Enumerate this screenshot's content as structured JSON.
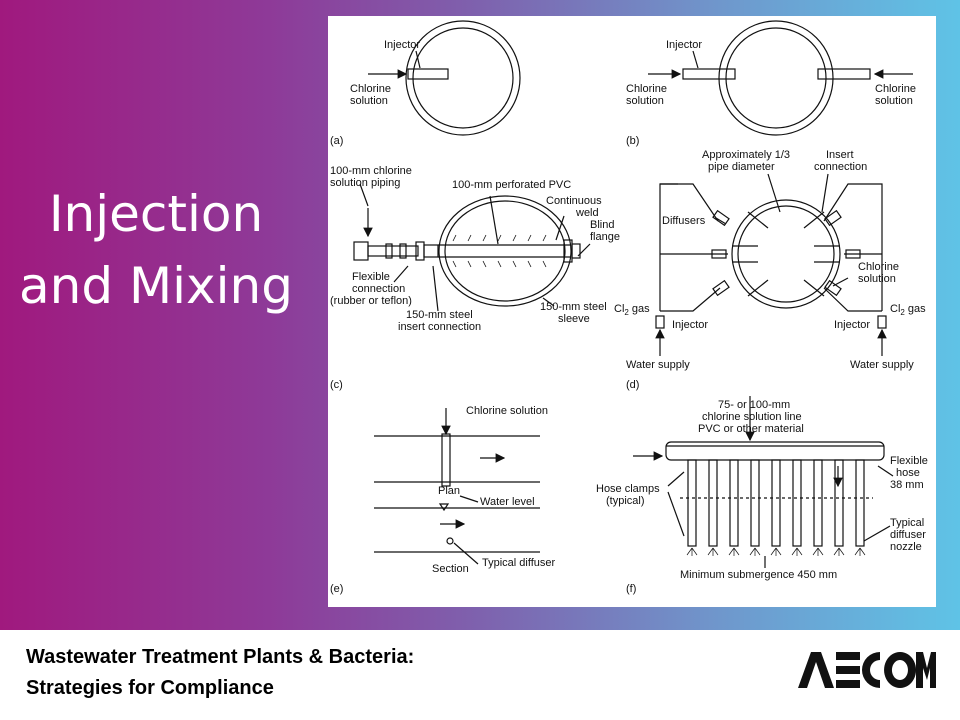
{
  "slide": {
    "title_line1": "Injection",
    "title_line2": "and Mixing",
    "footer_line1": "Wastewater Treatment Plants & Bacteria:",
    "footer_line2": "Strategies for Compliance",
    "logo_text": "AECOM"
  },
  "colors": {
    "gradient_left": "#a0197e",
    "gradient_right": "#5fc3e6",
    "title_text": "#ffffff"
  },
  "figure": {
    "panel_a": {
      "tag": "(a)",
      "injector": "Injector",
      "chlorine_1": "Chlorine",
      "chlorine_2": "solution"
    },
    "panel_b": {
      "tag": "(b)",
      "injector": "Injector",
      "left_1": "Chlorine",
      "left_2": "solution",
      "right_1": "Chlorine",
      "right_2": "solution"
    },
    "panel_c": {
      "tag": "(c)",
      "piping_1": "100-mm chlorine",
      "piping_2": "solution piping",
      "pvc": "100-mm perforated PVC",
      "weld_1": "Continuous",
      "weld_2": "weld",
      "blind_1": "Blind",
      "blind_2": "flange",
      "flex_1": "Flexible",
      "flex_2": "connection",
      "flex_3": "(rubber or teflon)",
      "insert_1": "150-mm steel",
      "insert_2": "insert connection",
      "sleeve_1": "150-mm steel",
      "sleeve_2": "sleeve"
    },
    "panel_d": {
      "tag": "(d)",
      "approx_1": "Approximately 1/3",
      "approx_2": "pipe diameter",
      "insert_1": "Insert",
      "insert_2": "connection",
      "diffusers": "Diffusers",
      "chlorine_1": "Chlorine",
      "chlorine_2": "solution",
      "cl2_left": "Cl",
      "cl2_right": "Cl",
      "cl2_sub": "2",
      "gas": "gas",
      "injector_left": "Injector",
      "injector_right": "Injector",
      "water_left": "Water supply",
      "water_right": "Water supply"
    },
    "panel_e": {
      "tag": "(e)",
      "chlorine": "Chlorine solution",
      "plan": "Plan",
      "water_level": "Water level",
      "section": "Section",
      "diffuser": "Typical diffuser"
    },
    "panel_f": {
      "tag": "(f)",
      "line_1": "75- or 100-mm",
      "line_2": "chlorine solution line",
      "line_3": "PVC or other material",
      "hose_1": "Flexible",
      "hose_2": "hose",
      "hose_3": "38 mm",
      "clamps_1": "Hose clamps",
      "clamps_2": "(typical)",
      "nozzle_1": "Typical",
      "nozzle_2": "diffuser",
      "nozzle_3": "nozzle",
      "submergence": "Minimum submergence 450 mm"
    }
  }
}
